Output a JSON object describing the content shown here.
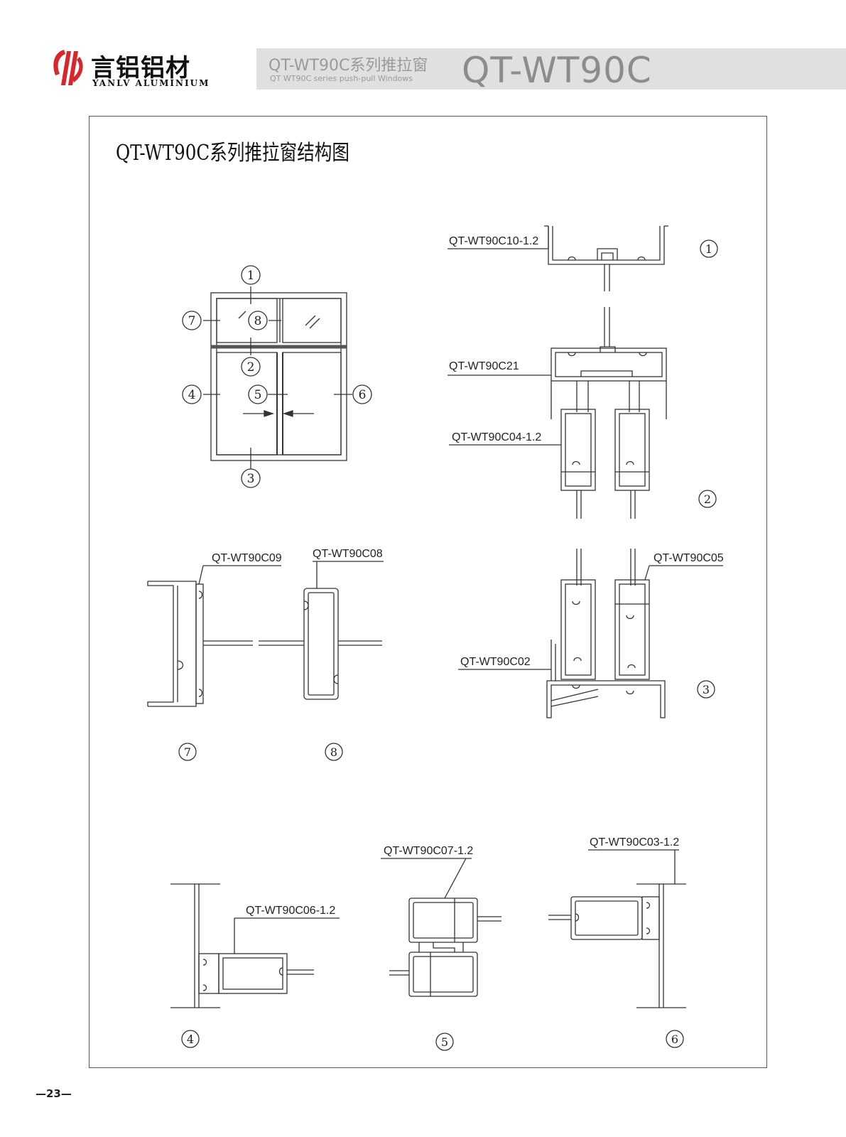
{
  "brand": {
    "name_cn": "言铝铝材",
    "name_en": "YANLV  ALUMINIUM"
  },
  "header": {
    "series_cn": "QT-WT90C系列推拉窗",
    "series_en": "QT WT90C series push-pull Windows",
    "model": "QT-WT90C"
  },
  "diagram_title": "QT-WT90C系列推拉窗结构图",
  "callouts": [
    "1",
    "2",
    "3",
    "4",
    "5",
    "6",
    "7",
    "8"
  ],
  "profile_labels": {
    "c10": "QT-WT90C10-1.2",
    "c21": "QT-WT90C21",
    "c04": "QT-WT90C04-1.2",
    "c05": "QT-WT90C05",
    "c02": "QT-WT90C02",
    "c09": "QT-WT90C09",
    "c08": "QT-WT90C08",
    "c06": "QT-WT90C06-1.2",
    "c07": "QT-WT90C07-1.2",
    "c03": "QT-WT90C03-1.2"
  },
  "page_number": "—23—"
}
